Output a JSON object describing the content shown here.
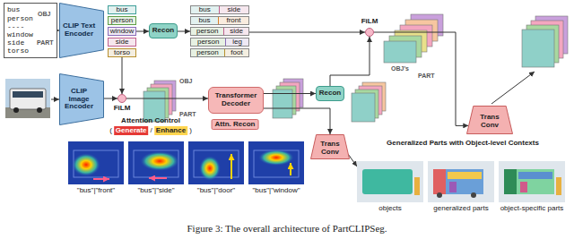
{
  "diagram": {
    "caption": "Figure 3: The overall architecture of PartCLIPSeg.",
    "nodes": [
      {
        "text": [
          "bus",
          "person",
          "----",
          "window",
          "side",
          "torso"
        ]
      },
      {
        "text": [
          "CLIP Text Encoder"
        ]
      },
      {
        "text": [
          "bus"
        ]
      },
      {
        "text": [
          "person"
        ]
      },
      {
        "text": [
          "window"
        ]
      },
      {
        "text": [
          "side"
        ]
      },
      {
        "text": [
          "torso"
        ]
      },
      {
        "text": [
          "Recon"
        ]
      },
      {
        "text": [
          "bus",
          "side"
        ]
      },
      {
        "text": [
          "bus",
          "front"
        ]
      },
      {
        "text": [
          "person",
          "side"
        ]
      },
      {
        "text": [
          "person",
          "leg"
        ]
      },
      {
        "text": [
          "person",
          "foot"
        ]
      },
      {
        "text": [
          "CLIP Image Encoder"
        ]
      },
      {
        "text": [
          "FiLM"
        ]
      },
      {
        "text": [
          "Transformer Decoder"
        ]
      },
      {
        "text": [
          "Recon"
        ]
      },
      {
        "text": [
          "FiLM"
        ]
      },
      {
        "text": [
          "Trans Conv"
        ]
      },
      {
        "text": [
          "Trans Conv"
        ]
      }
    ],
    "edges": [
      {
        "from": 0,
        "to": 1,
        "arrow": "to"
      },
      {
        "from": 4,
        "to": 7,
        "arrow": "to"
      },
      {
        "from": 7,
        "to": 10,
        "arrow": "to"
      },
      {
        "from": 10,
        "to": 17,
        "arrow": "to"
      },
      {
        "from": 6,
        "to": 14,
        "arrow": "to"
      },
      {
        "from": 13,
        "to": 14,
        "arrow": "to"
      },
      {
        "from": 14,
        "to": 15,
        "arrow": "to"
      },
      {
        "from": 15,
        "to": 16,
        "arrow": "to"
      },
      {
        "from": 15,
        "to": 19,
        "arrow": "to"
      },
      {
        "from": 16,
        "to": 17,
        "arrow": "to"
      },
      {
        "from": 17,
        "to": 18,
        "arrow": "to"
      }
    ],
    "labels": [
      "OBJ",
      "PART",
      "OBJ",
      "PART",
      "Attention Control",
      "(",
      "Generate",
      "/",
      "Enhance",
      ")",
      "Attn. Recon",
      "\"bus\"|\"front\"",
      "\"bus\"|\"side\"",
      "\"bus\"|\"door\"",
      "\"bus\"|\"window\"",
      "OBJ's",
      "PART",
      "Generalized Parts with Object-level Contexts",
      "objects",
      "generalized parts",
      "object-specific parts"
    ]
  }
}
